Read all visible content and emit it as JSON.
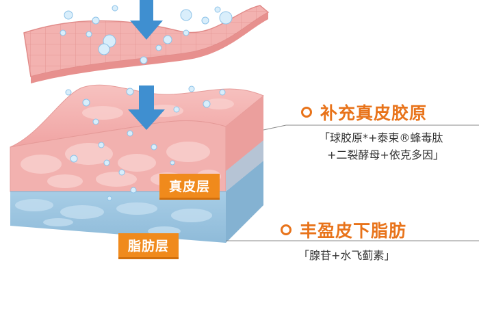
{
  "labels": {
    "dermis": "真皮层",
    "fat": "脂肪层"
  },
  "benefits": [
    {
      "heading": "补充真皮胶原",
      "line1": "「球胶原*+泰束®蜂毒肽",
      "line2": "+二裂酵母+依克多因」"
    },
    {
      "heading": "丰盈皮下脂肪",
      "line1": "「腺苷+水飞蓟素」"
    }
  ],
  "colors": {
    "accent": "#e8731a",
    "label_bg": "#f08a1c",
    "skin_pink": "#f4b0ae",
    "fat_blue": "#9fc8e3",
    "arrow_blue": "#3f8fd0"
  },
  "icons": [
    "down-arrow-icon",
    "down-arrow-icon",
    "bullet-ring-icon",
    "bullet-ring-icon"
  ]
}
